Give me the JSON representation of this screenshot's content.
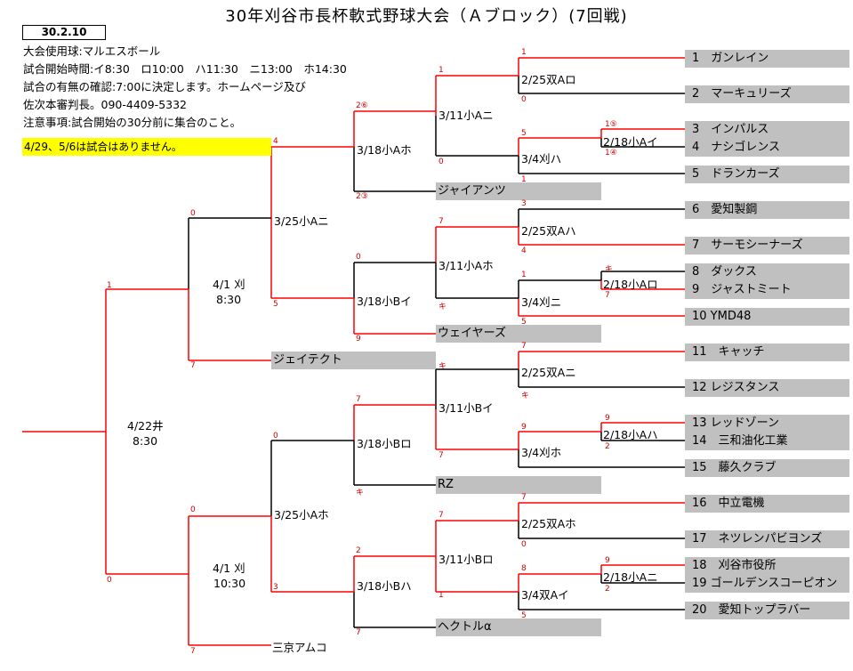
{
  "title": "30年刈谷市長杯軟式野球大会（Ａブロック）(7回戦)",
  "date_box": "30.2.10",
  "info_lines": [
    "大会使用球:マルエスボール",
    "試合開始時間:イ8:30　ロ10:00　ハ11:30　ニ13:00　ホ14:30",
    "試合の有無の確認:7:00に決定します。ホームページ及び",
    "佐次本審判長。090-4409-5332",
    "注意事項:試合開始の30分前に集合のこと。"
  ],
  "notice": "4/29、5/6は試合はありません。",
  "teams_right": [
    "1　ガンレイン",
    "2　マーキュリーズ",
    "3　インパルス",
    "4　ナシゴレンス",
    "5　ドランカーズ",
    "6　愛知製鋼",
    "7　サーモシーナーズ",
    "8　ダックス",
    "9　ジャストミート",
    "10 YMD48",
    "11　キャッチ",
    "12 レジスタンス",
    "13 レッドゾーン",
    "14　三和油化工業",
    "15　藤久クラブ",
    "16　中立電機",
    "17　ネツレンパビヨンズ",
    "18　刈谷市役所",
    "19 ゴールデンスコーピオン",
    "20　愛知トップラバー"
  ],
  "teams_mid": [
    "ジャイアンツ",
    "ウェイヤーズ",
    "ジェイテクト",
    "RZ",
    "ヘクトルα",
    "三京アムコ"
  ],
  "matches": {
    "m_2_25_a": "2/25双Aロ",
    "m_2_18_a": "2/18小Aイ",
    "m_3_11_a": "3/11小Aニ",
    "m_3_4_a": "3/4刈ハ",
    "m_3_18_a": "3/18小Aホ",
    "m_2_25_b": "2/25双Aハ",
    "m_3_11_b": "3/11小Aホ",
    "m_2_18_b": "2/18小Aロ",
    "m_3_4_b": "3/4刈ニ",
    "m_3_18_b": "3/18小Bイ",
    "m_3_25_a": "3/25小Aニ",
    "m_4_1_a_label": "4/1 刈",
    "m_4_1_a_time": "8:30",
    "m_2_25_c": "2/25双Aニ",
    "m_3_11_c": "3/11小Bイ",
    "m_2_18_c": "2/18小Aハ",
    "m_3_4_c": "3/4刈ホ",
    "m_3_18_c": "3/18小Bロ",
    "m_4_22_label": "4/22井",
    "m_4_22_time": "8:30",
    "m_2_25_d": "2/25双Aホ",
    "m_3_11_d": "3/11小Bロ",
    "m_2_18_d": "2/18小Aニ",
    "m_3_4_d": "3/4双Aイ",
    "m_3_18_d": "3/18小Bハ",
    "m_3_25_b": "3/25小Aホ",
    "m_4_1_b_label": "4/1 刈",
    "m_4_1_b_time": "10:30"
  },
  "scores": {
    "s01": "1",
    "s02": "0",
    "s03": "1",
    "s04": "0",
    "s05": "1⑤",
    "s06": "1④",
    "s07": "5",
    "s08": "1",
    "s09": "2⑥",
    "s10": "2③",
    "s11": "4",
    "s12": "3",
    "s13": "4",
    "s14": "7",
    "s15": "0",
    "s16": "キ",
    "s17": "7",
    "s18": "1",
    "s19": "5",
    "s20": "0",
    "s21": "9",
    "s22": "5",
    "s23": "0",
    "s24": "1",
    "s25": "7",
    "s26": "7",
    "s27": "キ",
    "s28": "キ",
    "s29": "9",
    "s30": "2",
    "s31": "9",
    "s32": "7",
    "s33": "7",
    "s34": "キ",
    "s35": "0",
    "s36": "7",
    "s37": "7",
    "s38": "0",
    "s39": "7",
    "s40": "キ",
    "s41": "9",
    "s42": "2",
    "s43": "8",
    "s44": "5",
    "s45": "2",
    "s46": "1",
    "s47": "0",
    "s48": "3",
    "s49": "7"
  },
  "colors": {
    "win_line": "#ff0000",
    "line": "#000000",
    "team_bg": "#c0c0c0",
    "notice_bg": "#ffff00"
  }
}
